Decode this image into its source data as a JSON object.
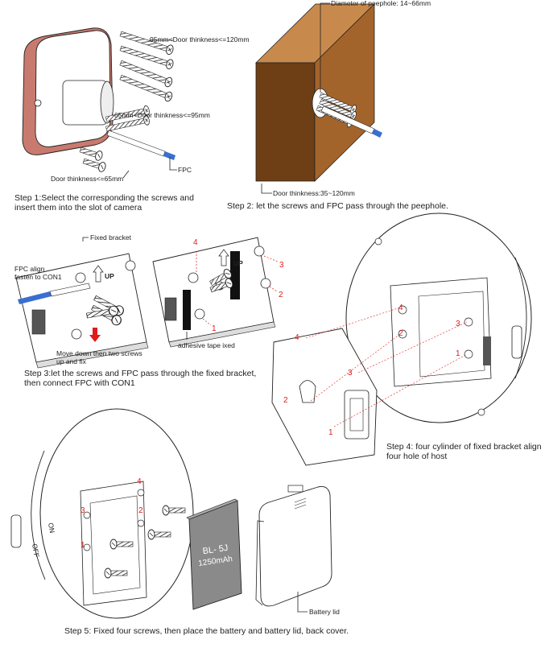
{
  "step1": {
    "caption_line1": "Step 1:Select the corresponding the screws and",
    "caption_line2": "insert them into the slot of camera",
    "label_long": "95mm<Door thinkness<=120mm",
    "label_mid": "65mm<Door thinkness<=95mm",
    "label_short": "Door thinkness<=65mm",
    "label_fpc": "FPC"
  },
  "step2": {
    "caption": "Step 2: let the screws and FPC pass through the peephole.",
    "label_diameter": "Diameter of peephole: 14~66mm",
    "label_thickness": "Door thinkness:35~120mm"
  },
  "step3": {
    "caption_line1": "Step 3:let the screws and FPC pass through the fixed bracket,",
    "caption_line2": "then connect FPC with CON1",
    "label_bracket": "Fixed bracket",
    "label_fpc_line1": "FPC align",
    "label_fpc_line2": "fasten to CON1",
    "label_up": "UP",
    "label_move_line1": "Move down then two screws",
    "label_move_line2": "up and fix",
    "label_tape": "adhesive tape ixed",
    "n1": "1",
    "n2": "2",
    "n3": "3",
    "n4": "4"
  },
  "step4": {
    "caption_line1": "Step 4: four cylinder of fixed bracket align",
    "caption_line2": "four hole of host",
    "n1": "1",
    "n2": "2",
    "n3": "3",
    "n4": "4"
  },
  "step5": {
    "caption": "Step 5: Fixed four screws, then place the battery and battery lid, back cover.",
    "battery_model": "BL- 5J",
    "battery_capacity": "1250mAh",
    "label_lid": "Battery lid",
    "label_on": "ON",
    "label_off": "OFF",
    "n1": "1",
    "n2": "2",
    "n3": "3",
    "n4": "4"
  },
  "colors": {
    "door": "#a3642c",
    "door_side": "#6e3e14",
    "camera_side": "#c97a6e",
    "fpc": "#3a6fd1",
    "accent": "#e01b1b"
  }
}
